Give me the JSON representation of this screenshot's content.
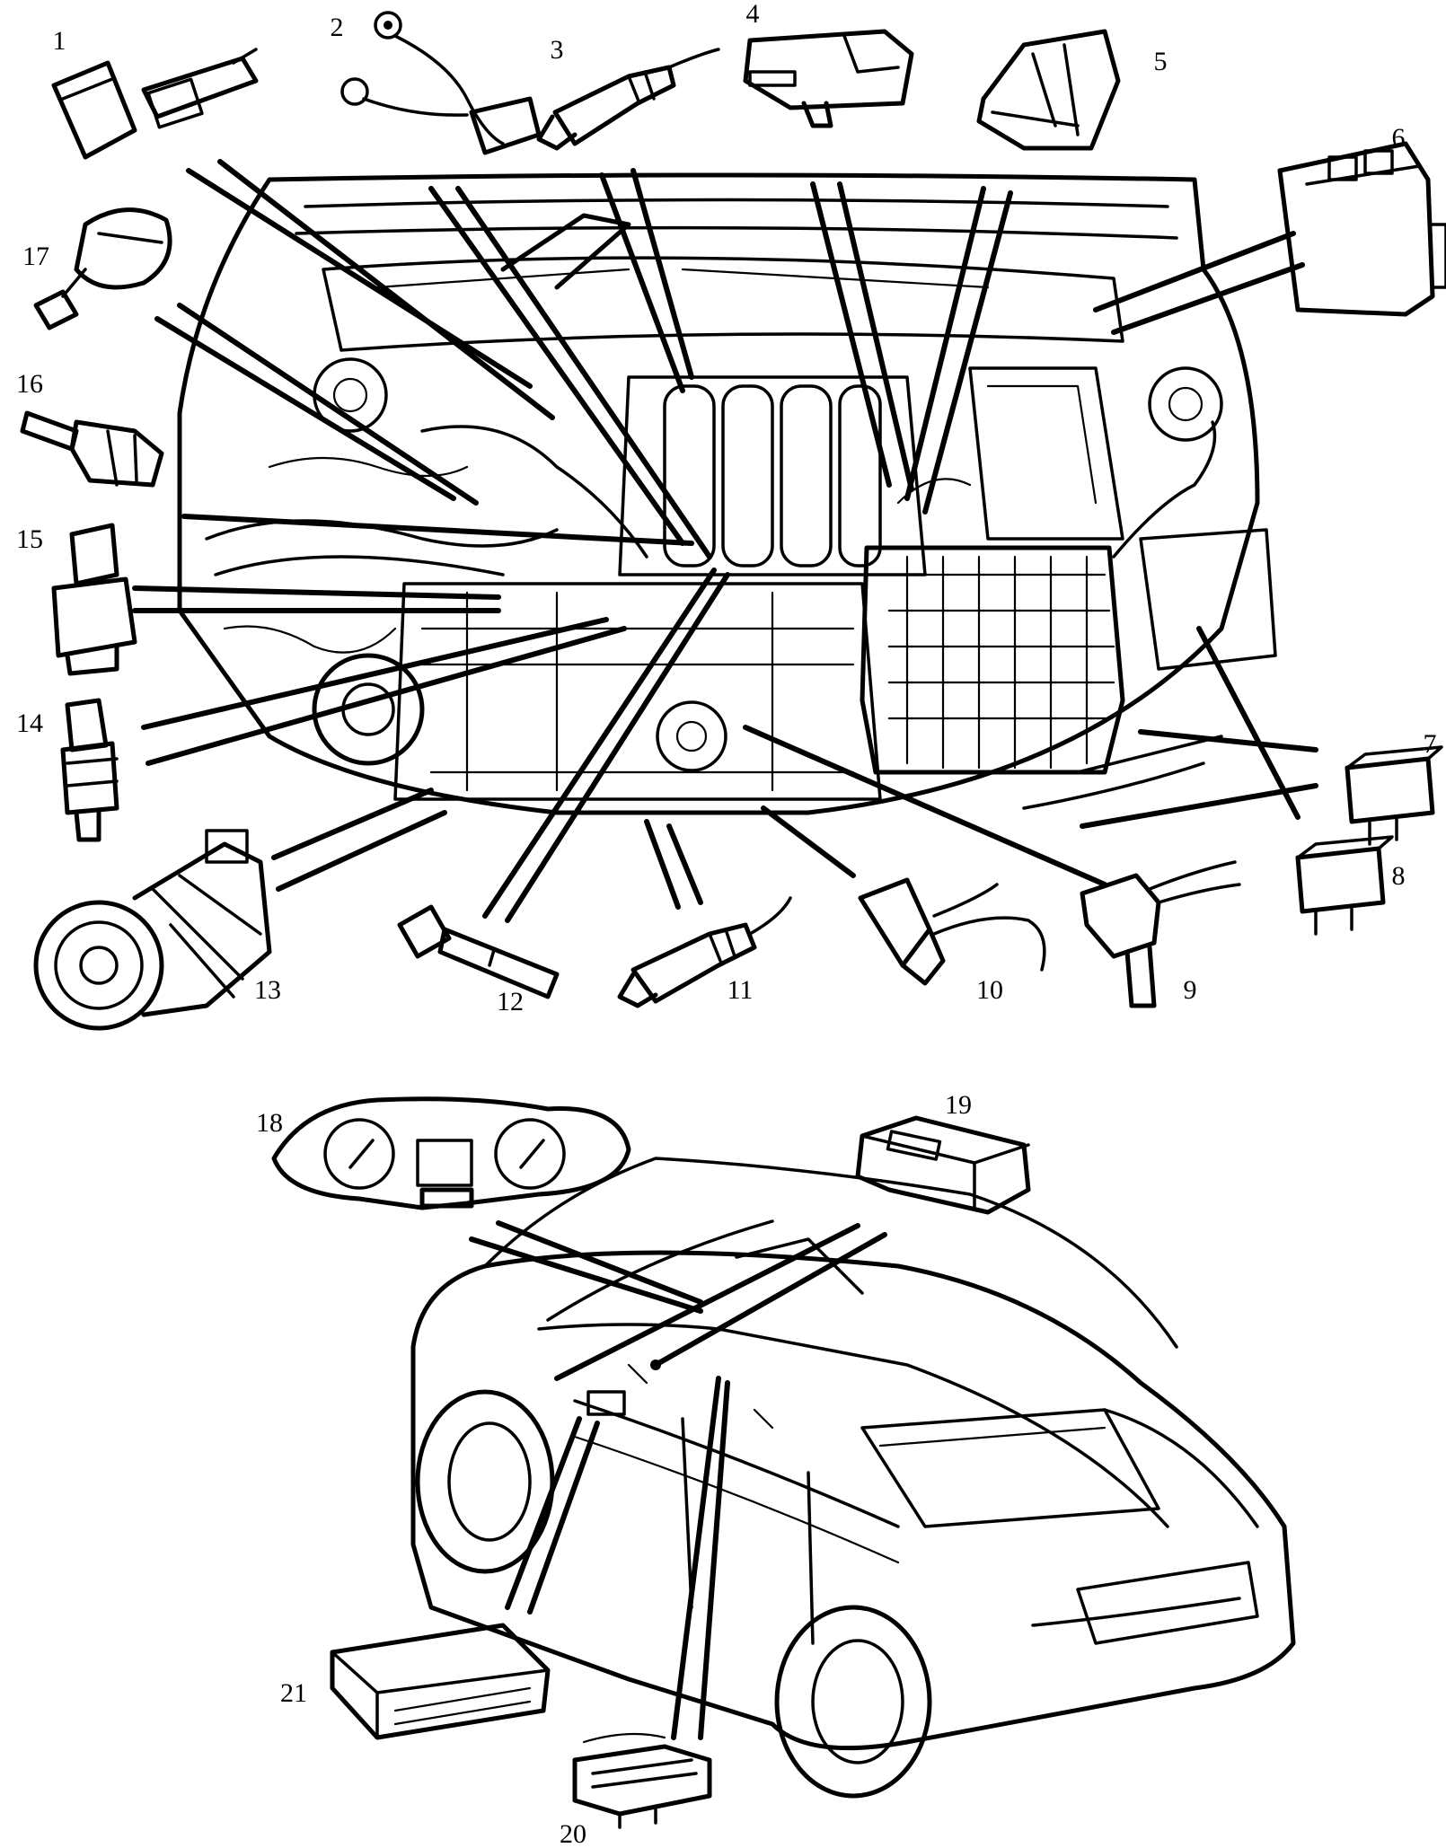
{
  "labels": [
    "1",
    "2",
    "3",
    "4",
    "5",
    "6",
    "7",
    "8",
    "9",
    "10",
    "11",
    "12",
    "13",
    "14",
    "15",
    "16",
    "17",
    "18",
    "19",
    "20",
    "21"
  ]
}
